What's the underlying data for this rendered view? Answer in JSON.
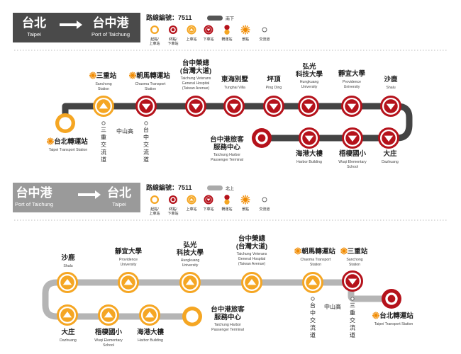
{
  "north": {
    "title": {
      "from_zh": "台北",
      "from_en": "Taipei",
      "to_zh": "台中港",
      "to_en": "Port of Taichung"
    },
    "route_label": "路線編號：7511",
    "direction": "南下",
    "legend": [
      {
        "line1": "起點/",
        "line2": "上車站"
      },
      {
        "line1": "終點/",
        "line2": "下車站"
      },
      {
        "line1": "上車站",
        "line2": ""
      },
      {
        "line1": "下車站",
        "line2": ""
      },
      {
        "line1": "轉運站",
        "line2": ""
      },
      {
        "line1": "景點",
        "line2": ""
      },
      {
        "line1": "交流道",
        "line2": ""
      }
    ],
    "stations": [
      {
        "zh": "台北轉運站",
        "zh2": "",
        "en1": "Taipei Transport Station",
        "en2": "",
        "en3": ""
      },
      {
        "zh": "三重站",
        "zh2": "",
        "en1": "Sanchong",
        "en2": "Station",
        "en3": ""
      },
      {
        "zh": "朝馬轉運站",
        "zh2": "",
        "en1": "Chaoma Transport",
        "en2": "Station",
        "en3": ""
      },
      {
        "zh": "台中榮總",
        "zh2": "(台灣大道)",
        "en1": "Taichung Veterans",
        "en2": "General Hospital",
        "en3": "(Taiwan Avenue)"
      },
      {
        "zh": "東海別墅",
        "zh2": "",
        "en1": "Tunghai Villa",
        "en2": "",
        "en3": ""
      },
      {
        "zh": "坪頂",
        "zh2": "",
        "en1": "Ping Ding",
        "en2": "",
        "en3": ""
      },
      {
        "zh": "弘光",
        "zh2": "科技大學",
        "en1": "Hungkuang",
        "en2": "University",
        "en3": ""
      },
      {
        "zh": "靜宜大學",
        "zh2": "",
        "en1": "Providence",
        "en2": "University",
        "en3": ""
      },
      {
        "zh": "沙鹿",
        "zh2": "",
        "en1": "Shalu",
        "en2": "",
        "en3": ""
      },
      {
        "zh": "大庄",
        "zh2": "",
        "en1": "Dazhuang",
        "en2": "",
        "en3": ""
      },
      {
        "zh": "梧棲國小",
        "zh2": "",
        "en1": "Wuqi Elementary",
        "en2": "School",
        "en3": ""
      },
      {
        "zh": "海港大樓",
        "zh2": "",
        "en1": "Harbor Building",
        "en2": "",
        "en3": ""
      },
      {
        "zh": "台中港旅客",
        "zh2": "服務中心",
        "en1": "Taichung Harbor",
        "en2": "Passenger Terminal",
        "en3": ""
      }
    ],
    "interchanges": [
      {
        "label": "三重交流道"
      },
      {
        "label": "中山高"
      },
      {
        "label": "台中交流道"
      }
    ]
  },
  "south": {
    "title": {
      "from_zh": "台中港",
      "from_en": "Port of Taichung",
      "to_zh": "台北",
      "to_en": "Taipei"
    },
    "route_label": "路線編號：7511",
    "direction": "北上",
    "legend": [
      {
        "line1": "起點/",
        "line2": "上車站"
      },
      {
        "line1": "終點/",
        "line2": "下車站"
      },
      {
        "line1": "上車站",
        "line2": ""
      },
      {
        "line1": "下車站",
        "line2": ""
      },
      {
        "line1": "轉運站",
        "line2": ""
      },
      {
        "line1": "景點",
        "line2": ""
      },
      {
        "line1": "交流道",
        "line2": ""
      }
    ],
    "stations": [
      {
        "zh": "沙鹿",
        "zh2": "",
        "en1": "Shalu",
        "en2": "",
        "en3": ""
      },
      {
        "zh": "靜宜大學",
        "zh2": "",
        "en1": "Providence",
        "en2": "University",
        "en3": ""
      },
      {
        "zh": "弘光",
        "zh2": "科技大學",
        "en1": "Hungkuang",
        "en2": "University",
        "en3": ""
      },
      {
        "zh": "台中榮總",
        "zh2": "(台灣大道)",
        "en1": "Taichung Veterans",
        "en2": "General Hospital",
        "en3": "(Taiwan Avenue)"
      },
      {
        "zh": "朝馬轉運站",
        "zh2": "",
        "en1": "Chaoma Transport",
        "en2": "Station",
        "en3": ""
      },
      {
        "zh": "三重站",
        "zh2": "",
        "en1": "Sanchong",
        "en2": "Station",
        "en3": ""
      },
      {
        "zh": "大庄",
        "zh2": "",
        "en1": "Dazhuang",
        "en2": "",
        "en3": ""
      },
      {
        "zh": "梧棲國小",
        "zh2": "",
        "en1": "Wuqi Elementary",
        "en2": "School",
        "en3": ""
      },
      {
        "zh": "海港大樓",
        "zh2": "",
        "en1": "Harbor Building",
        "en2": "",
        "en3": ""
      },
      {
        "zh": "台中港旅客",
        "zh2": "服務中心",
        "en1": "Taichung Harbor",
        "en2": "Passenger Terminal",
        "en3": ""
      },
      {
        "zh": "台北轉運站",
        "zh2": "",
        "en1": "Taipei Transport Station",
        "en2": "",
        "en3": ""
      }
    ],
    "interchanges": [
      {
        "label": "台中交流道"
      },
      {
        "label": "中山高"
      },
      {
        "label": "三重交流道"
      }
    ]
  }
}
